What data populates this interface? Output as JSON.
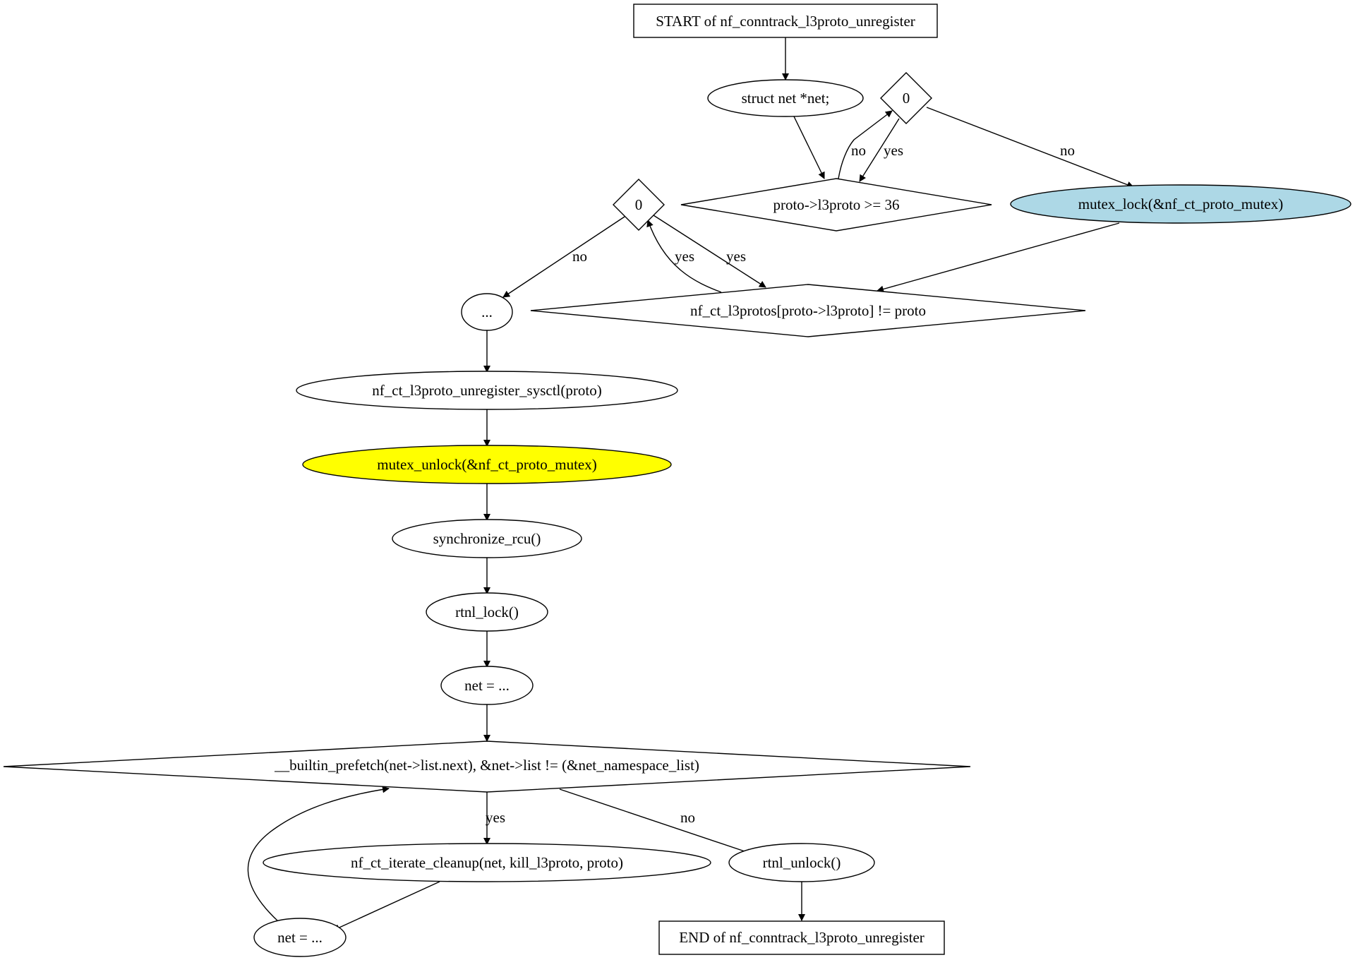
{
  "nodes": {
    "start": {
      "label": "START of nf_conntrack_l3proto_unregister"
    },
    "decl": {
      "label": "struct net *net;"
    },
    "cond_top0": {
      "label": "0"
    },
    "cond_l3proto": {
      "label": "proto->l3proto >= 36"
    },
    "mutex_lock": {
      "label": "mutex_lock(&nf_ct_proto_mutex)",
      "fill": "#add8e6"
    },
    "cond_mid0": {
      "label": "0"
    },
    "cond_protos": {
      "label": "nf_ct_l3protos[proto->l3proto] != proto"
    },
    "dots": {
      "label": "..."
    },
    "unregister_sysctl": {
      "label": "nf_ct_l3proto_unregister_sysctl(proto)"
    },
    "mutex_unlock": {
      "label": "mutex_unlock(&nf_ct_proto_mutex)",
      "fill": "#ffff00"
    },
    "sync_rcu": {
      "label": "synchronize_rcu()"
    },
    "rtnl_lock": {
      "label": "rtnl_lock()"
    },
    "net_assign1": {
      "label": "net = ..."
    },
    "cond_loop": {
      "label": "__builtin_prefetch(net->list.next), &net->list != (&net_namespace_list)"
    },
    "iterate_cleanup": {
      "label": "nf_ct_iterate_cleanup(net, kill_l3proto, proto)"
    },
    "rtnl_unlock": {
      "label": "rtnl_unlock()"
    },
    "net_assign2": {
      "label": "net = ..."
    },
    "end": {
      "label": "END of nf_conntrack_l3proto_unregister"
    }
  },
  "edges": {
    "l3proto_to_top0": {
      "label": "no"
    },
    "top0_to_l3proto": {
      "label": "yes"
    },
    "top0_to_lock": {
      "label": "no"
    },
    "protos_to_mid0": {
      "label": "yes"
    },
    "mid0_to_protos": {
      "label": "yes"
    },
    "mid0_to_dots": {
      "label": "no"
    },
    "loop_to_iterate": {
      "label": "yes"
    },
    "loop_to_unlock": {
      "label": "no"
    }
  }
}
